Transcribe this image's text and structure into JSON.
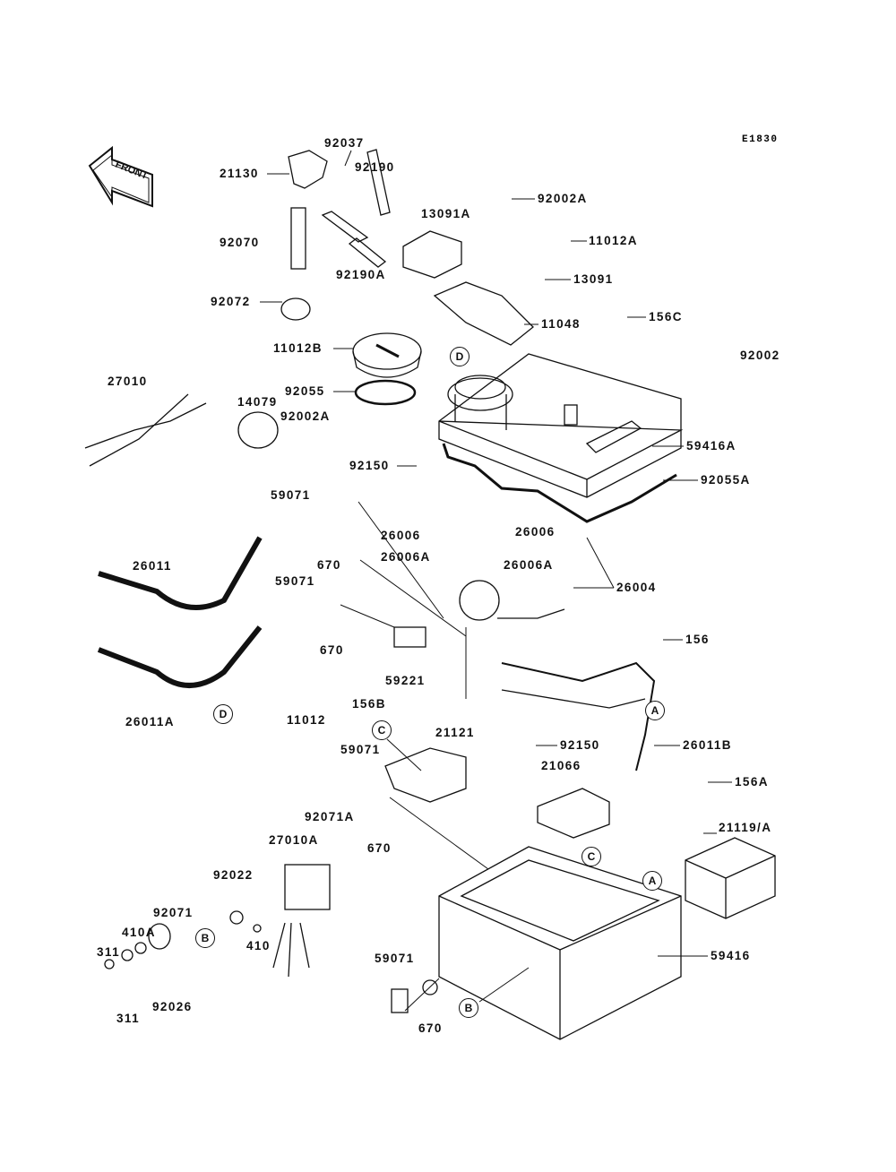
{
  "diagram_code": "E1830",
  "front_arrow": "FRONT",
  "part_labels": [
    "92037",
    "21130",
    "92190",
    "92002A",
    "13091A",
    "11012A",
    "92070",
    "92190A",
    "13091",
    "92072",
    "11048",
    "156C",
    "92002",
    "11012B",
    "27010",
    "14079",
    "92055",
    "92002A",
    "59416A",
    "92150",
    "92055A",
    "59071",
    "26006",
    "26006",
    "26006A",
    "26006A",
    "26011",
    "670",
    "26004",
    "59071",
    "670",
    "59221",
    "156",
    "26011A",
    "156B",
    "11012",
    "21121",
    "59071",
    "92150",
    "26011B",
    "21066",
    "156A",
    "92071A",
    "21119/A",
    "670",
    "27010A",
    "92022",
    "92071",
    "410A",
    "410",
    "311",
    "59416",
    "59071",
    "311",
    "92026",
    "670"
  ],
  "reference_markers": [
    "D",
    "D",
    "A",
    "A",
    "C",
    "C",
    "B",
    "B"
  ]
}
